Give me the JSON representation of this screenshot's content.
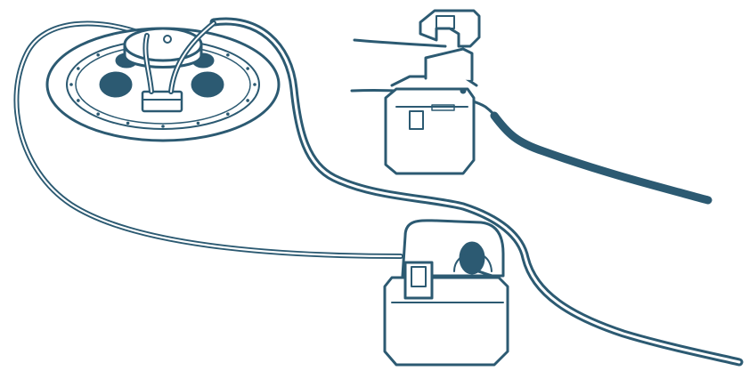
{
  "colors": {
    "stroke": "#2c5a72",
    "fill": "#ffffff",
    "hole": "#2c5a72",
    "background": "#ffffff"
  },
  "parts": [
    {
      "name": "power-meter-unit",
      "icon": "meter-disc-icon"
    },
    {
      "name": "current-clamp-open",
      "icon": "open-clamp-icon"
    },
    {
      "name": "current-clamp-closed",
      "icon": "closed-clamp-icon"
    },
    {
      "name": "sensor-cable-left",
      "icon": "cable-icon"
    },
    {
      "name": "sensor-cable-right",
      "icon": "cable-icon"
    },
    {
      "name": "mains-conductor-top",
      "icon": "conductor-icon"
    },
    {
      "name": "mains-conductor-bottom",
      "icon": "conductor-icon"
    }
  ]
}
